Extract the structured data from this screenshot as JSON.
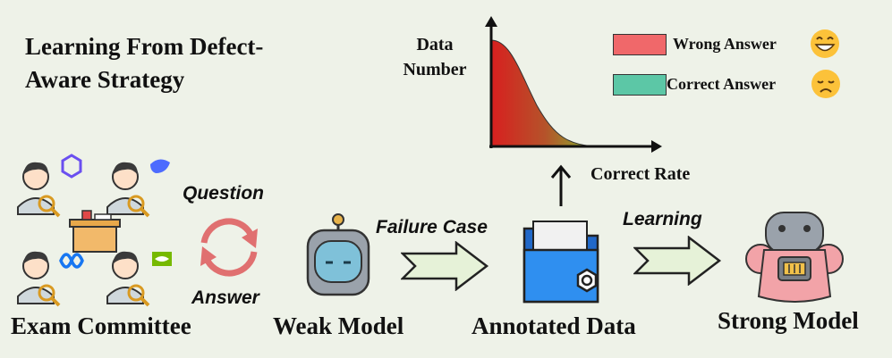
{
  "title": "Learning From Defect-Aware Strategy",
  "chart": {
    "y_label": "Data Number",
    "x_label": "Correct Rate"
  },
  "legend": [
    {
      "label": "Wrong Answer",
      "color": "#f0686a",
      "emoji": "grinning-face-icon"
    },
    {
      "label": "Correct Answer",
      "color": "#5cc7a6",
      "emoji": "sad-face-icon"
    }
  ],
  "flow": {
    "question": "Question",
    "answer": "Answer",
    "failure_case": "Failure Case",
    "learning": "Learning"
  },
  "nodes": {
    "exam_committee": "Exam Committee",
    "weak_model": "Weak Model",
    "annotated_data": "Annotated Data",
    "strong_model": "Strong Model"
  },
  "colors": {
    "background": "#eef2e8",
    "arrow_fill": "#e6f2d8",
    "folder_blue": "#2f7fe0",
    "robot_pink": "#f2a3a8"
  }
}
